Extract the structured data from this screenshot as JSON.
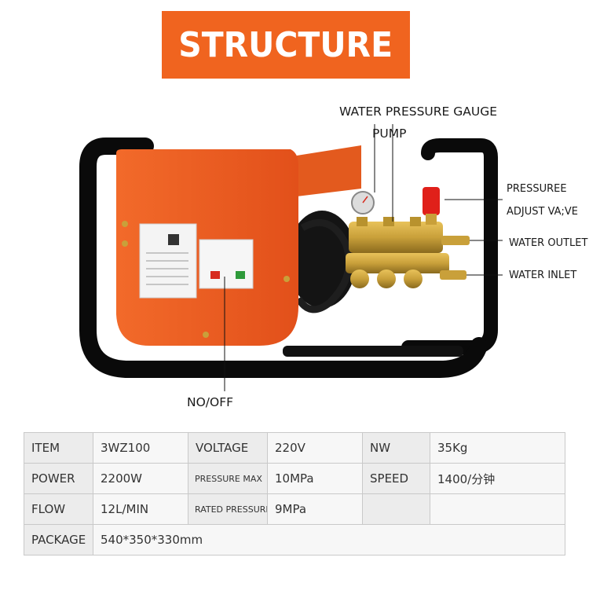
{
  "banner": {
    "title": "STRUCTURE"
  },
  "callouts": {
    "water_pressure_gauge": "WATER PRESSURE GAUGE",
    "pump": "PUMP",
    "pressure_adjust_line1": "PRESSUREE",
    "pressure_adjust_line2": "ADJUST VA;VE",
    "water_outlet": "WATER OUTLET",
    "water_inlet": "WATER INLET",
    "on_off": "NO/OFF"
  },
  "colors": {
    "banner": "#f0641f",
    "housing": "#f05a1e",
    "frame": "#0a0a0a",
    "brass": "#c9a03a"
  },
  "specs": {
    "rows": [
      [
        {
          "key": "ITEM",
          "value": "3WZ100"
        },
        {
          "key": "VOLTAGE",
          "value": "220V"
        },
        {
          "key": "NW",
          "value": "35Kg"
        }
      ],
      [
        {
          "key": "POWER",
          "value": "2200W"
        },
        {
          "key": "PRESSURE MAX",
          "value": "10MPa"
        },
        {
          "key": "SPEED",
          "value": "1400/分钟"
        }
      ],
      [
        {
          "key": "FLOW",
          "value": "12L/MIN"
        },
        {
          "key": "RATED PRESSURE",
          "value": "9MPa"
        },
        {
          "key": "",
          "value": ""
        }
      ],
      [
        {
          "key": "PACKAGE",
          "value": "540*350*330mm"
        }
      ]
    ]
  }
}
